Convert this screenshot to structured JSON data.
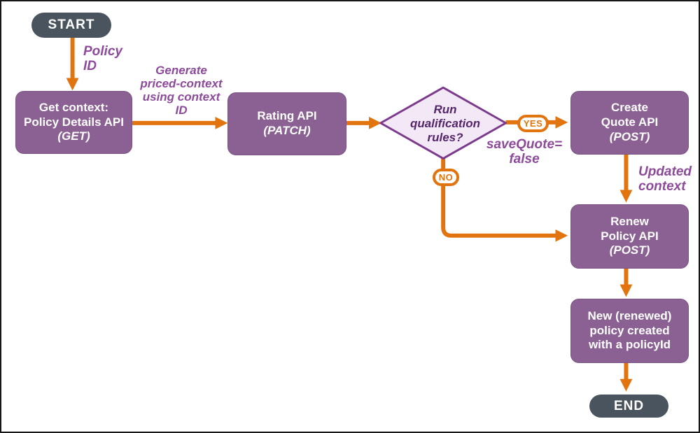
{
  "colors": {
    "orange": "#E2740F",
    "purple_box": "#8A6192",
    "purple_box_border": "#7A5284",
    "dark_pill": "#4A545E",
    "diamond_fill": "#F3E8F6",
    "diamond_border": "#7C3A8D",
    "label_purple": "#8D4A9B",
    "diamond_text": "#54256B"
  },
  "nodes": {
    "start": {
      "label": "START"
    },
    "get_context": {
      "line1": "Get context:",
      "line2": "Policy Details API",
      "method": "(GET)"
    },
    "rating": {
      "line1": "Rating API",
      "method": "(PATCH)"
    },
    "create_quote": {
      "line1": "Create",
      "line2": "Quote API",
      "method": "(POST)"
    },
    "renew_policy": {
      "line1": "Renew",
      "line2": "Policy API",
      "method": "(POST)"
    },
    "policy_created": {
      "line1": "New (renewed)",
      "line2": "policy created",
      "line3": "with a policyId"
    },
    "end": {
      "label": "END"
    }
  },
  "decision": {
    "line1": "Run",
    "line2": "qualification",
    "line3": "rules?"
  },
  "edge_labels": {
    "policy_id": {
      "line1": "Policy",
      "line2": "ID"
    },
    "generate_context": {
      "line1": "Generate",
      "line2": "priced-context",
      "line3": "using context",
      "line4": "ID"
    },
    "save_quote": {
      "line1": "saveQuote=",
      "line2": "false"
    },
    "updated_context": {
      "line1": "Updated",
      "line2": "context"
    }
  },
  "badges": {
    "yes": "YES",
    "no": "NO"
  }
}
